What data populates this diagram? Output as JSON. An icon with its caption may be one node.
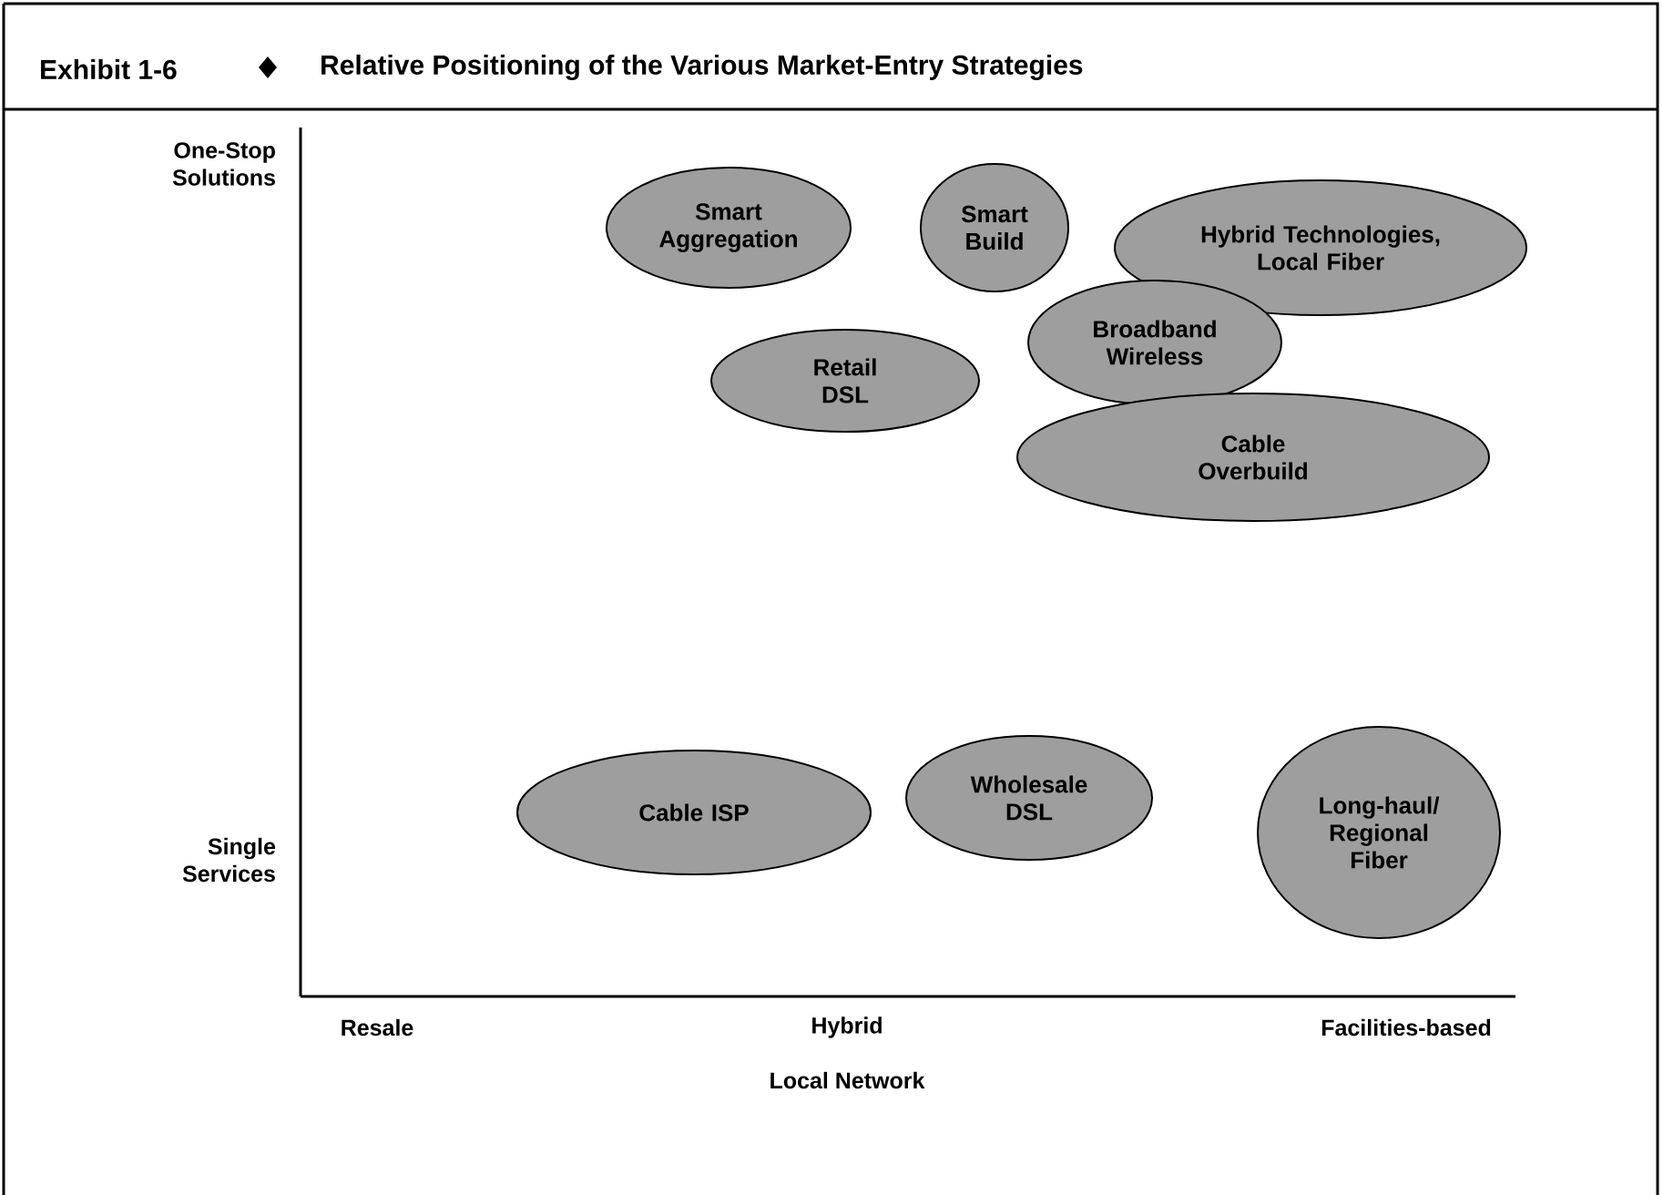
{
  "diagram": {
    "title": "Relative Positioning of the Various Market-Entry Strategies",
    "nodes": [
      {
        "text": [
          "Smart Aggregation"
        ]
      },
      {
        "text": [
          "Smart Build"
        ]
      },
      {
        "text": [
          "Hybrid Technologies, Local Fiber"
        ]
      },
      {
        "text": [
          "Broadband Wireless"
        ]
      },
      {
        "text": [
          "Retail DSL"
        ]
      },
      {
        "text": [
          "Cable Overbuild"
        ]
      },
      {
        "text": [
          "Cable ISP"
        ]
      },
      {
        "text": [
          "Wholesale DSL"
        ]
      },
      {
        "text": [
          "Long-haul/ Regional Fiber"
        ]
      }
    ],
    "edges": [],
    "labels": [
      "Exhibit 1-6",
      "One-Stop Solutions",
      "Single Services",
      "Resale",
      "Hybrid",
      "Facilities-based",
      "Local Network"
    ]
  }
}
